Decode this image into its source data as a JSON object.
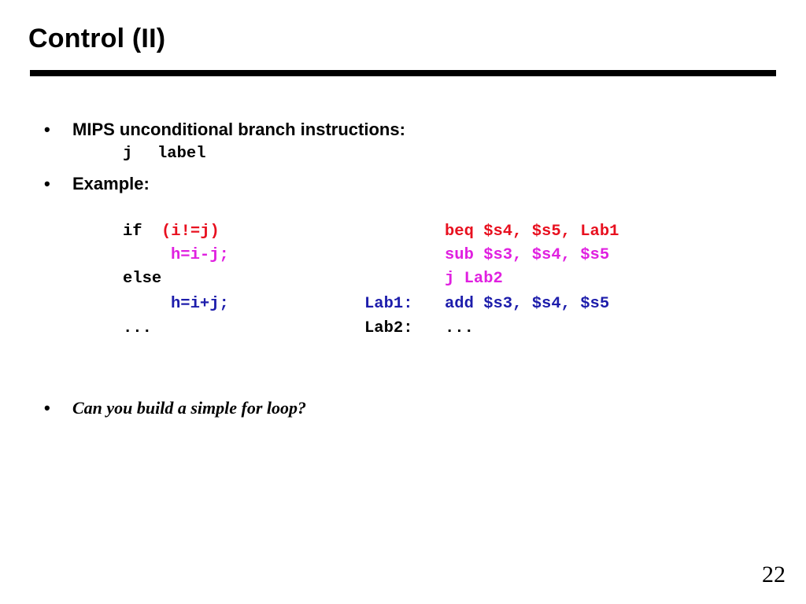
{
  "slide": {
    "title": "Control (II)",
    "number": "22"
  },
  "colors": {
    "text": "#000000",
    "red": "#e8101f",
    "magenta": "#e020e0",
    "blue": "#1d1dab"
  },
  "bullets": [
    {
      "marker": "•",
      "text": "MIPS unconditional branch instructions:",
      "code": [
        "j",
        "label"
      ]
    },
    {
      "marker": "•",
      "text": "Example:"
    },
    {
      "marker": "•",
      "text": "Can you build a simple for loop?"
    }
  ],
  "example": {
    "c_code": [
      {
        "keyword": "if",
        "expr": "(i!=j)"
      },
      {
        "stmt": "h=i-j;"
      },
      {
        "keyword": "else"
      },
      {
        "stmt": "h=i+j;"
      },
      {
        "keyword": "..."
      }
    ],
    "labels": [
      "Lab1:",
      "Lab2:"
    ],
    "asm": [
      "beq $s4, $s5, Lab1",
      "sub $s3, $s4, $s5",
      "j Lab2",
      "add $s3, $s4, $s5",
      "..."
    ]
  }
}
